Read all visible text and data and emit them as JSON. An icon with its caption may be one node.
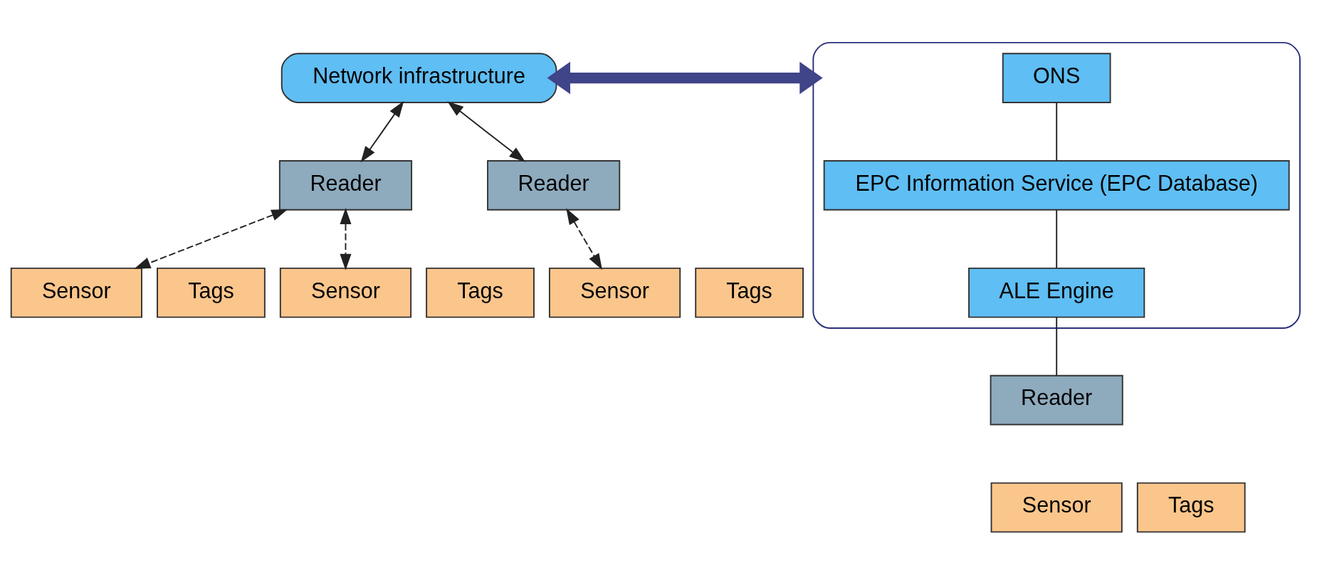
{
  "diagram": {
    "nodes": [
      {
        "text": [
          "Network infrastructure"
        ]
      },
      {
        "text": [
          "Reader"
        ]
      },
      {
        "text": [
          "Reader"
        ]
      },
      {
        "text": [],
        "shape": "ellipse"
      },
      {
        "text": [
          "ONS"
        ],
        "in": 3
      },
      {
        "text": [
          "EPC Information Service (EPC Database)"
        ],
        "in": 3
      },
      {
        "text": [
          "ALE Engine"
        ],
        "in": 3
      },
      {
        "text": [
          "Reader"
        ]
      },
      {
        "text": [
          "Sensor"
        ]
      },
      {
        "text": [
          "Tags"
        ]
      },
      {
        "text": [
          "Sensor"
        ]
      },
      {
        "text": [
          "Tags"
        ]
      },
      {
        "text": [
          "Sensor"
        ]
      },
      {
        "text": [
          "Tags"
        ]
      },
      {
        "text": [
          "Sensor"
        ]
      },
      {
        "text": [
          "Tags"
        ]
      }
    ],
    "edges": [
      {
        "from": 0,
        "to": 1,
        "arrow": "both"
      },
      {
        "from": 0,
        "to": 2,
        "arrow": "both"
      },
      {
        "from": 0,
        "to": 3,
        "arrow": "both",
        "style": "thick",
        "color": "#404488"
      },
      {
        "from": 4,
        "to": 5,
        "arrow": "none"
      },
      {
        "from": 5,
        "to": 6,
        "arrow": "none"
      },
      {
        "from": 6,
        "to": 7,
        "arrow": "none"
      },
      {
        "from": 1,
        "to": 8,
        "arrow": "both",
        "style": "dashed"
      },
      {
        "from": 1,
        "to": 10,
        "arrow": "both",
        "style": "dashed"
      },
      {
        "from": 2,
        "to": 12,
        "arrow": "both",
        "style": "dashed"
      }
    ]
  }
}
